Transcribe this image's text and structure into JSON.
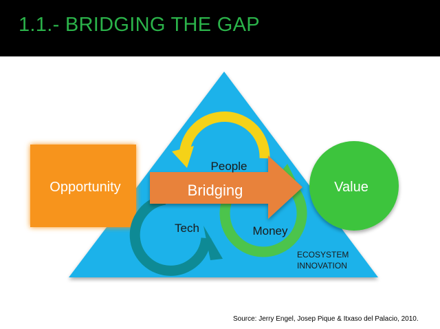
{
  "slide": {
    "title": "1.1.- BRIDGING THE GAP",
    "source": "Source: Jerry Engel, Josep Pique & Itxaso del Palacio, 2010."
  },
  "diagram": {
    "opportunity": "Opportunity",
    "bridging": "Bridging",
    "value": "Value",
    "people": "People",
    "tech": "Tech",
    "money": "Money",
    "ecosystem_line1": "ECOSYSTEM",
    "ecosystem_line2": "INNOVATION"
  },
  "colors": {
    "header_bg": "#000000",
    "title": "#2bb34a",
    "triangle": "#1ab2ea",
    "opportunity": "#f7941d",
    "value": "#3cc43c",
    "arrow": "#e8823a",
    "people_ring": "#f5d218",
    "tech_ring": "#0e8a95",
    "money_ring": "#4cc44c"
  }
}
